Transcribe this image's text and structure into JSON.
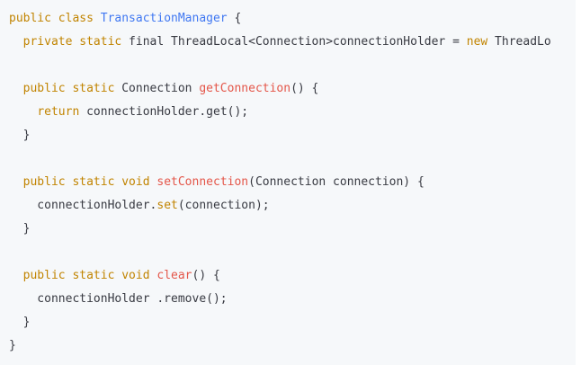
{
  "code": {
    "lines": [
      {
        "tokens": [
          {
            "t": "public class ",
            "c": "kw"
          },
          {
            "t": "TransactionManager",
            "c": "cls"
          },
          {
            "t": " {",
            "c": "plain"
          }
        ]
      },
      {
        "tokens": [
          {
            "t": "  ",
            "c": "plain"
          },
          {
            "t": "private static",
            "c": "kw"
          },
          {
            "t": " final ThreadLocal<Connection>connectionHolder = ",
            "c": "plain"
          },
          {
            "t": "new",
            "c": "kw"
          },
          {
            "t": " ThreadLo",
            "c": "plain"
          }
        ]
      },
      {
        "tokens": [
          {
            "t": "",
            "c": "plain"
          }
        ]
      },
      {
        "tokens": [
          {
            "t": "  ",
            "c": "plain"
          },
          {
            "t": "public static",
            "c": "kw"
          },
          {
            "t": " Connection ",
            "c": "plain"
          },
          {
            "t": "getConnection",
            "c": "fn"
          },
          {
            "t": "() {",
            "c": "plain"
          }
        ]
      },
      {
        "tokens": [
          {
            "t": "    ",
            "c": "plain"
          },
          {
            "t": "return",
            "c": "kw"
          },
          {
            "t": " connectionHolder.get();",
            "c": "plain"
          }
        ]
      },
      {
        "tokens": [
          {
            "t": "  }",
            "c": "plain"
          }
        ]
      },
      {
        "tokens": [
          {
            "t": "",
            "c": "plain"
          }
        ]
      },
      {
        "tokens": [
          {
            "t": "  ",
            "c": "plain"
          },
          {
            "t": "public static void",
            "c": "kw"
          },
          {
            "t": " ",
            "c": "plain"
          },
          {
            "t": "setConnection",
            "c": "fn"
          },
          {
            "t": "(Connection connection) {",
            "c": "plain"
          }
        ]
      },
      {
        "tokens": [
          {
            "t": "    connectionHolder.",
            "c": "plain"
          },
          {
            "t": "set",
            "c": "kw"
          },
          {
            "t": "(connection);",
            "c": "plain"
          }
        ]
      },
      {
        "tokens": [
          {
            "t": "  }",
            "c": "plain"
          }
        ]
      },
      {
        "tokens": [
          {
            "t": "",
            "c": "plain"
          }
        ]
      },
      {
        "tokens": [
          {
            "t": "  ",
            "c": "plain"
          },
          {
            "t": "public static void",
            "c": "kw"
          },
          {
            "t": " ",
            "c": "plain"
          },
          {
            "t": "clear",
            "c": "fn"
          },
          {
            "t": "() {",
            "c": "plain"
          }
        ]
      },
      {
        "tokens": [
          {
            "t": "    connectionHolder .remove();",
            "c": "plain"
          }
        ]
      },
      {
        "tokens": [
          {
            "t": "  }",
            "c": "plain"
          }
        ]
      },
      {
        "tokens": [
          {
            "t": "}",
            "c": "plain"
          }
        ]
      }
    ]
  },
  "colors": {
    "background": "#f6f8fa",
    "keyword": "#c18401",
    "class_name": "#4078f2",
    "method_name": "#e45649",
    "text": "#383a42"
  }
}
